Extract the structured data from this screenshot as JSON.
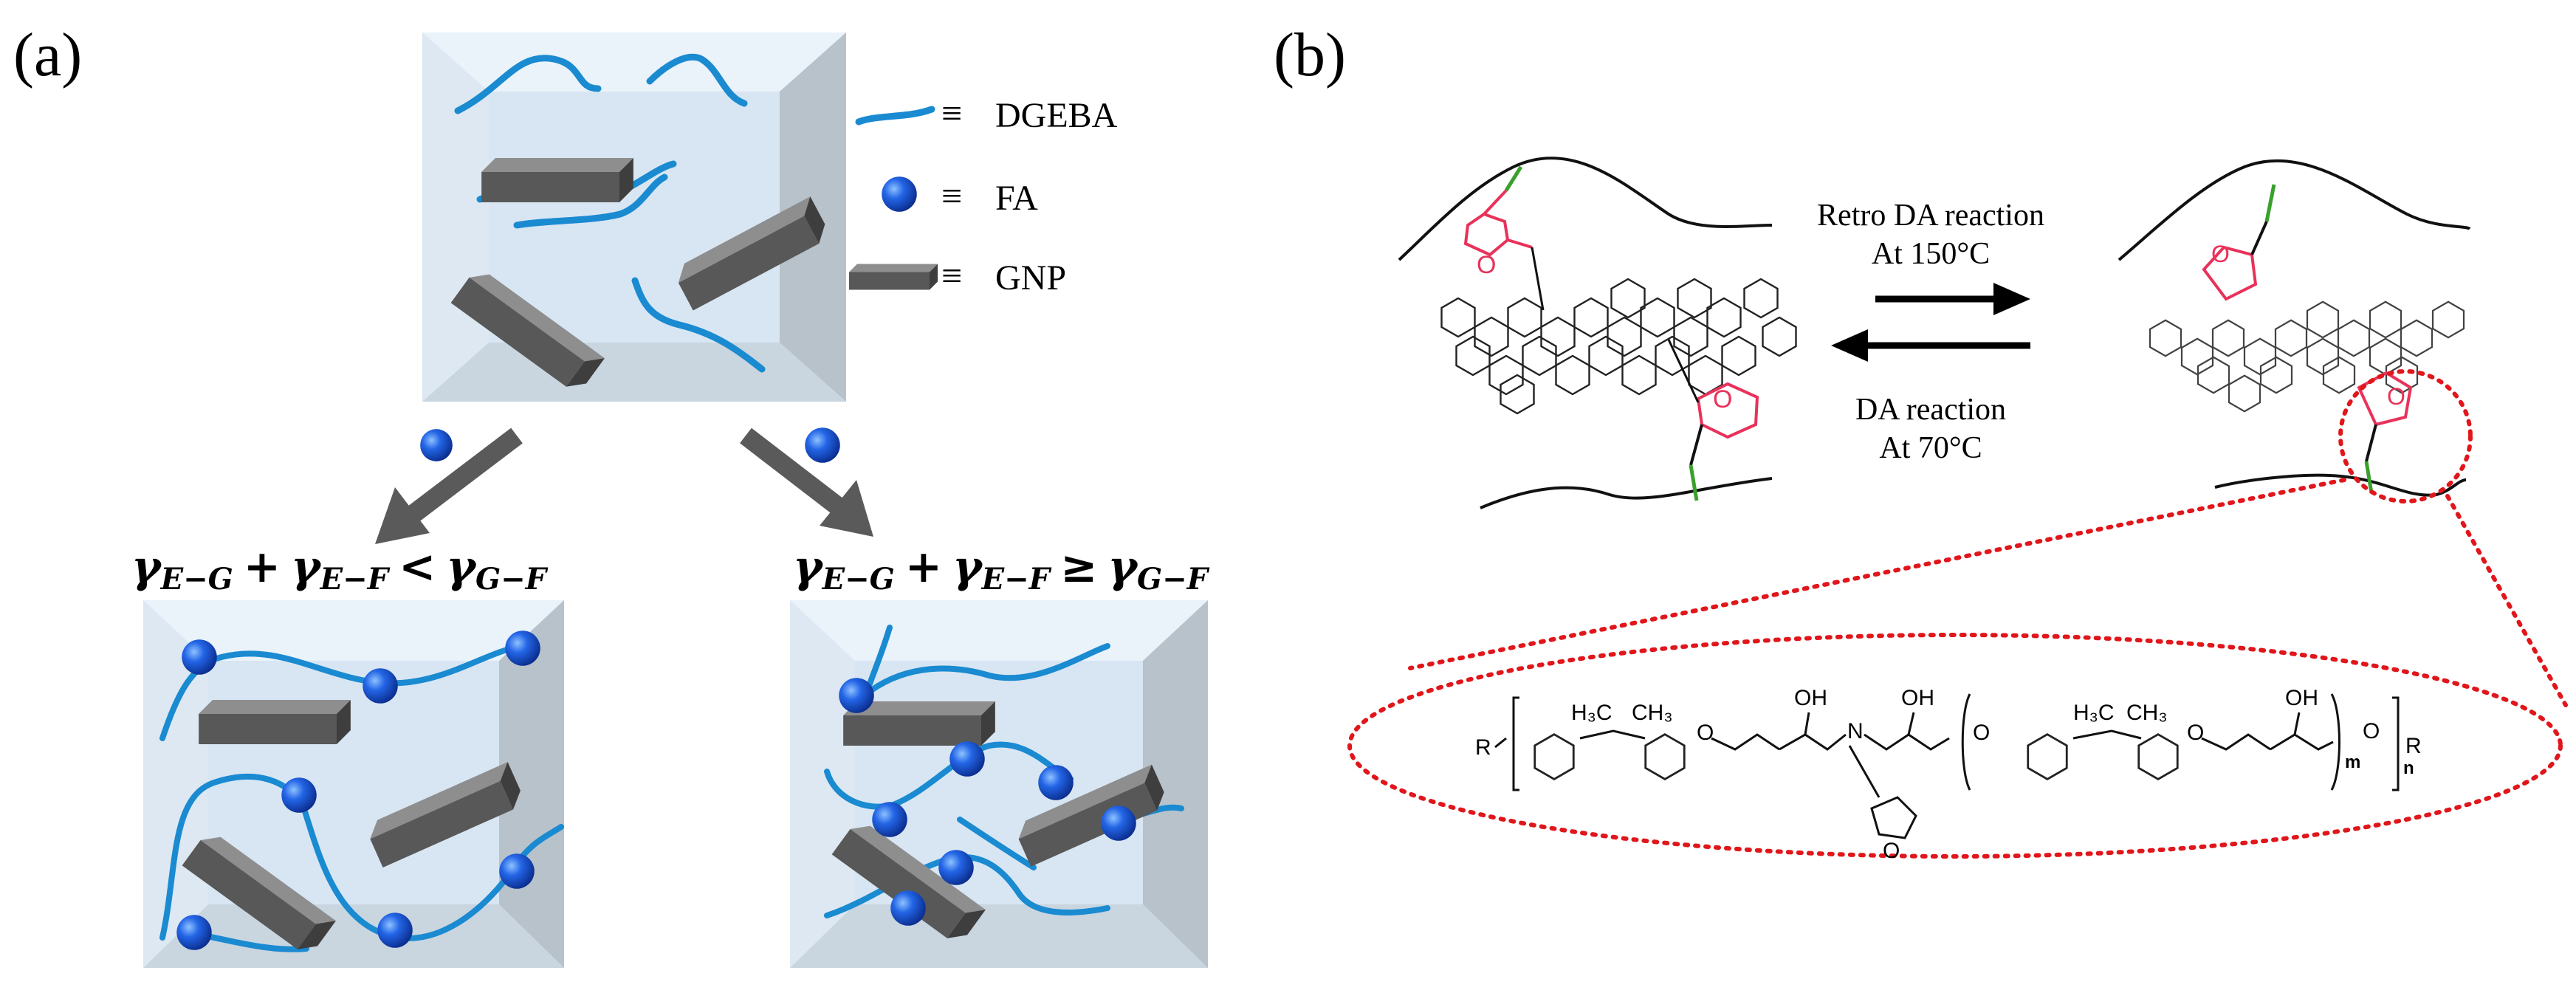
{
  "panel_a": {
    "label": "(a)",
    "legend": [
      {
        "symbol": "≡",
        "text": "DGEBA",
        "icon": "blue-chain-icon"
      },
      {
        "symbol": "≡",
        "text": "FA",
        "icon": "blue-sphere-icon"
      },
      {
        "symbol": "≡",
        "text": "GNP",
        "icon": "grey-block-icon"
      }
    ],
    "condition_left": {
      "g1": "γ",
      "s1": "E−G",
      "plus": "+",
      "g2": "γ",
      "s2": "E−F",
      "op": "<",
      "g3": "γ",
      "s3": "G−F"
    },
    "condition_right": {
      "g1": "γ",
      "s1": "E−G",
      "plus": "+",
      "g2": "γ",
      "s2": "E−F",
      "op": "≥",
      "g3": "γ",
      "s3": "G−F"
    }
  },
  "panel_b": {
    "label": "(b)",
    "forward_reaction": "Retro DA reaction",
    "forward_temp": "At 150°C",
    "reverse_reaction": "DA reaction",
    "reverse_temp": "At 70°C",
    "structure": {
      "r_left": "R",
      "me1": "H₃C",
      "me2": "CH₃",
      "me3": "H₃C",
      "me4": "CH₃",
      "oh1": "OH",
      "oh2": "OH",
      "oh3": "OH",
      "n": "N",
      "o1": "O",
      "o2": "O",
      "o3": "O",
      "o4": "O",
      "furan_o": "O",
      "sub_m": "m",
      "sub_n": "n",
      "r_right": "R"
    },
    "colors": {
      "furan": "#e8325a",
      "linker": "#3aa02c",
      "ellipse": "#e0161b"
    }
  }
}
